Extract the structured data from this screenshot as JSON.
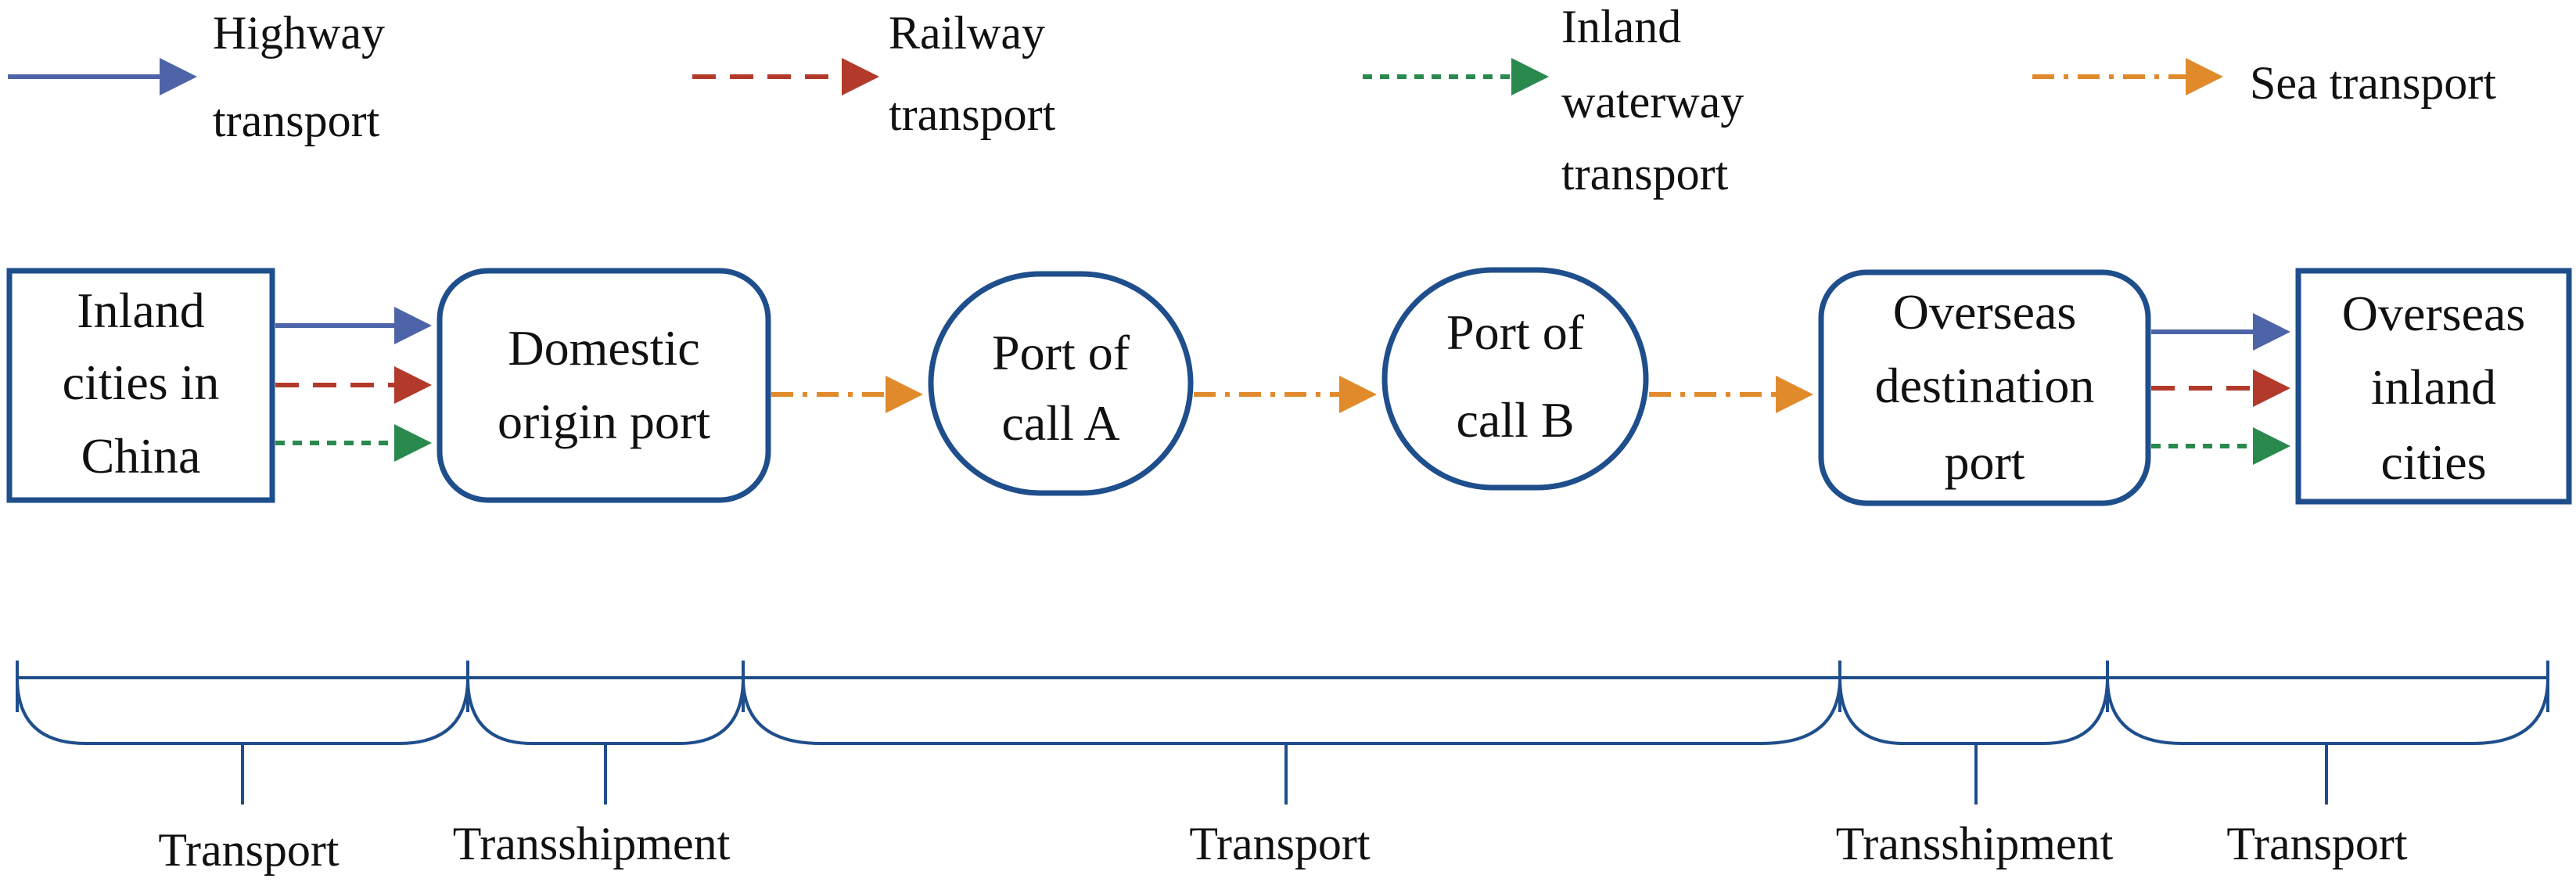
{
  "colors": {
    "highway": "#4e64a8",
    "railway": "#b33a2b",
    "waterway": "#2a8a4e",
    "sea": "#e08a2c",
    "box_border": "#1f4e8c",
    "brace": "#1f4e8c"
  },
  "legend": {
    "highway": {
      "line1": "Highway",
      "line2": "transport"
    },
    "railway": {
      "line1": "Railway",
      "line2": "transport"
    },
    "waterway": {
      "line1": "Inland",
      "line2": "waterway",
      "line3": "transport"
    },
    "sea": {
      "line1": "Sea transport"
    }
  },
  "nodes": {
    "inland_china": {
      "line1": "Inland",
      "line2": "cities in",
      "line3": "China"
    },
    "domestic_port": {
      "line1": "Domestic",
      "line2": "origin port"
    },
    "port_a": {
      "line1": "Port of",
      "line2": "call A"
    },
    "port_b": {
      "line1": "Port of",
      "line2": "call B"
    },
    "overseas_port": {
      "line1": "Overseas",
      "line2": "destination",
      "line3": "port"
    },
    "overseas_inland": {
      "line1": "Overseas",
      "line2": "inland",
      "line3": "cities"
    }
  },
  "phases": [
    {
      "label": "Transport"
    },
    {
      "label": "Transshipment"
    },
    {
      "label": "Transport"
    },
    {
      "label": "Transshipment"
    },
    {
      "label": "Transport"
    }
  ]
}
